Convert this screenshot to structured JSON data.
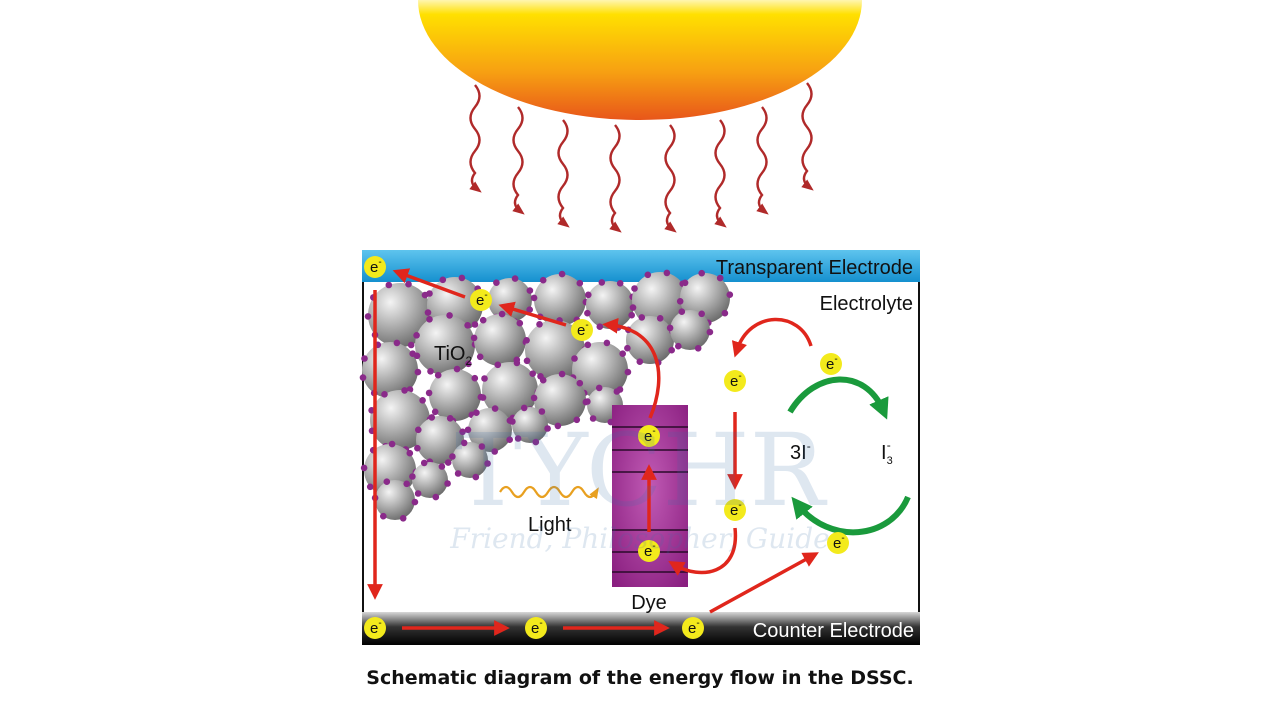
{
  "labels": {
    "transparent_electrode": "Transparent Electrode",
    "counter_electrode": "Counter Electrode",
    "electrolyte": "Electrolyte",
    "tio2_main": "TiO",
    "tio2_sub": "2",
    "light": "Light",
    "dye": "Dye",
    "iodide_main": "3I",
    "iodide_sup": "-",
    "triiodide_main": "I",
    "triiodide_sub": "3",
    "triiodide_sup": "-"
  },
  "electron": {
    "symbol": "e",
    "charge": "-"
  },
  "watermark": {
    "brand": "TYCHR",
    "tagline": "Friend, Philosopher, Guide"
  },
  "caption": "Schematic diagram of the energy flow in the DSSC.",
  "colors": {
    "electrode_top": "#1aa3dc",
    "electron": "#f3ea1c",
    "arrow_red": "#e0261c",
    "arrow_green": "#1a9a3c",
    "dye": "#9a2a8c",
    "sun_top": "#ffe000",
    "sun_bottom": "#e8561a",
    "wave": "#b02a2a"
  }
}
